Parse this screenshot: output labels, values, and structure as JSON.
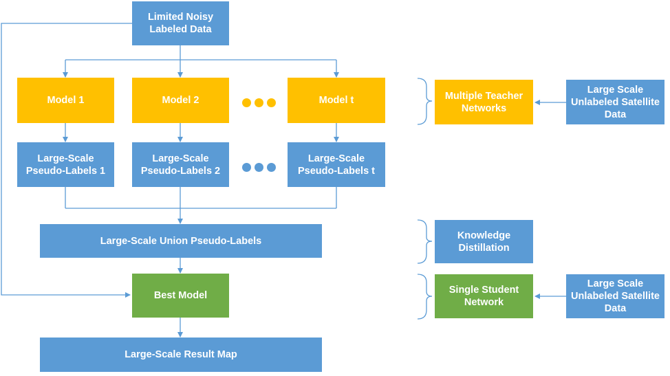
{
  "colors": {
    "blue": "#5B9BD5",
    "gold": "#FFC000",
    "green": "#70AD47",
    "line": "#5B9BD5"
  },
  "boxes": {
    "source": "Limited Noisy\nLabeled Data",
    "model_1": "Model 1",
    "model_2": "Model 2",
    "model_t": "Model t",
    "pseudo_1": "Large-Scale\nPseudo-Labels 1",
    "pseudo_2": "Large-Scale\nPseudo-Labels 2",
    "pseudo_t": "Large-Scale\nPseudo-Labels t",
    "union": "Large-Scale Union Pseudo-Labels",
    "best_model": "Best Model",
    "result_map": "Large-Scale Result Map",
    "multiple_teacher": "Multiple Teacher\nNetworks",
    "unlabeled_1": "Large Scale\nUnlabeled Satellite\nData",
    "knowledge_distillation": "Knowledge\nDistillation",
    "single_student": "Single Student\nNetwork",
    "unlabeled_2": "Large Scale\nUnlabeled Satellite\nData"
  }
}
